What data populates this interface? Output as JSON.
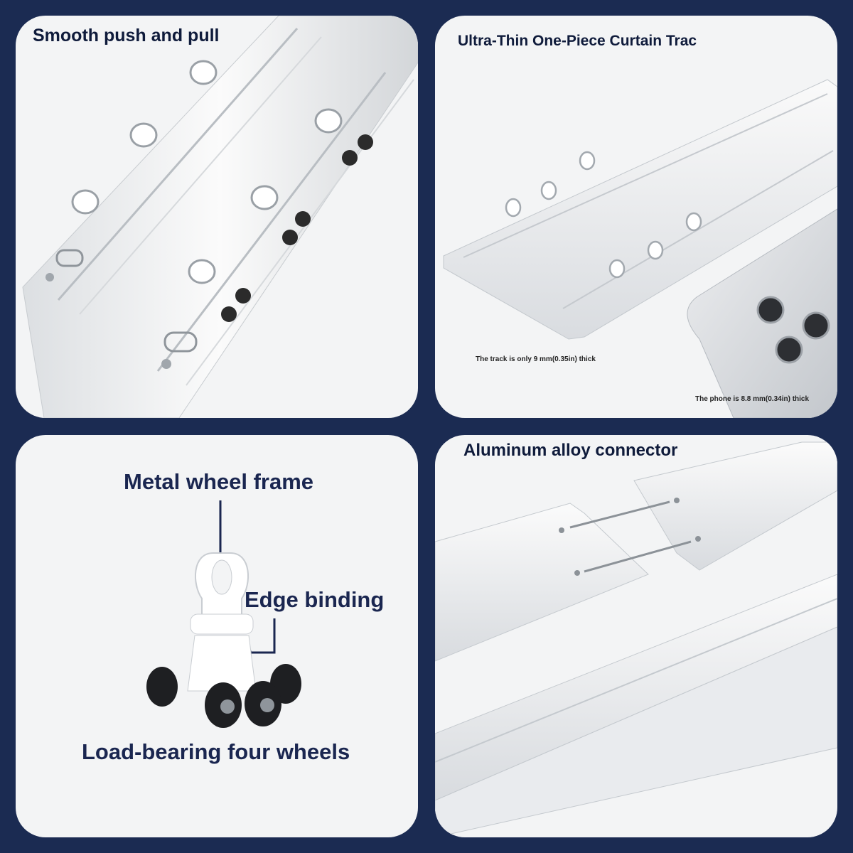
{
  "panels": {
    "push_pull": {
      "title": "Smooth push and pull"
    },
    "ultra_thin": {
      "title": "Ultra-Thin One-Piece Curtain Trac",
      "track_note": "The track is only 9 mm(0.35in) thick",
      "phone_note": "The phone is 8.8 mm(0.34in) thick"
    },
    "wheel": {
      "label_frame": "Metal wheel frame",
      "label_binding": "Edge binding",
      "label_wheels": "Load-bearing four wheels"
    },
    "connector": {
      "title": "Aluminum alloy connector"
    }
  },
  "colors": {
    "background": "#1b2b52",
    "panel": "#f3f4f5",
    "heading": "#0f1b3b",
    "callout": "#1a2650"
  }
}
